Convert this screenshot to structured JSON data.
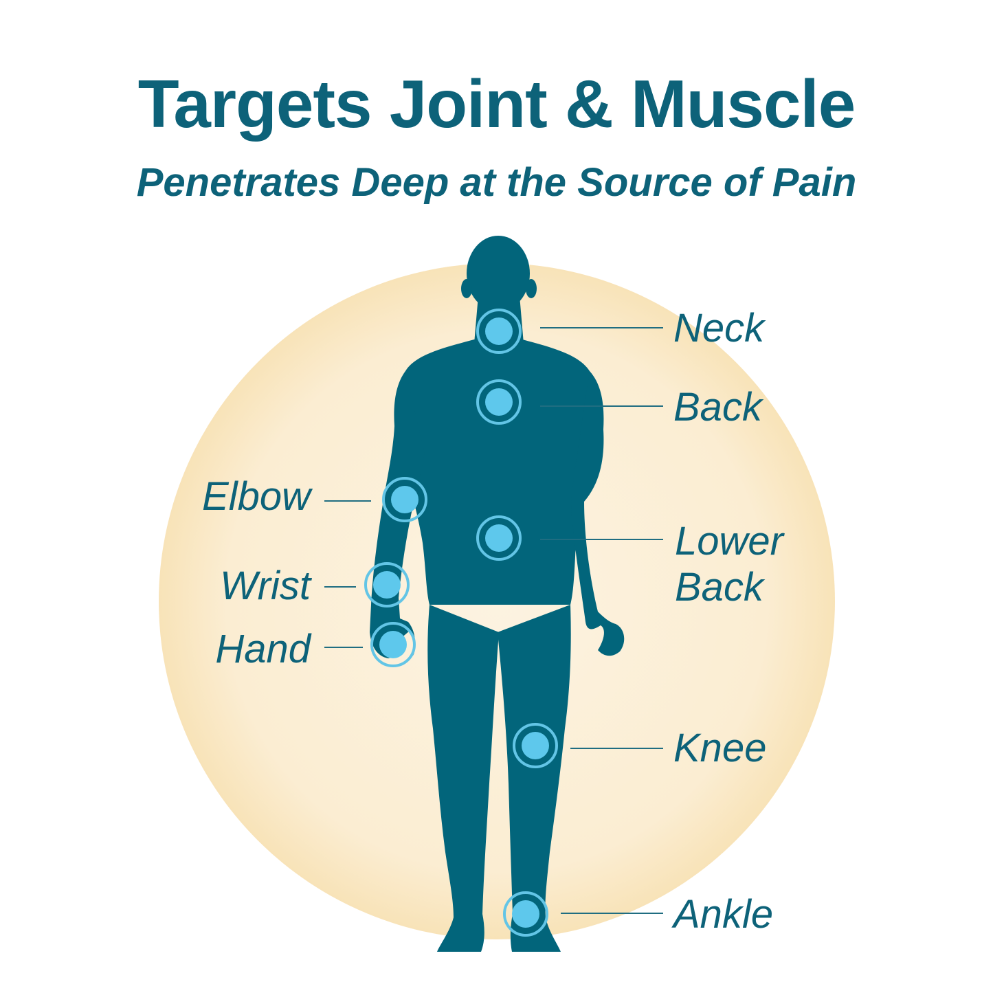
{
  "header": {
    "title": "Targets Joint & Muscle",
    "subtitle": "Penetrates Deep at the Source of Pain"
  },
  "colors": {
    "text": "#0d6279",
    "silhouette": "#02657b",
    "marker_fill": "#5ec8ec",
    "marker_ring": "#63c5e6",
    "background_circle": "#fcefd3",
    "leader_line": "#1f6d81"
  },
  "targets": [
    {
      "id": "neck",
      "label": "Neck"
    },
    {
      "id": "back",
      "label": "Back"
    },
    {
      "id": "elbow",
      "label": "Elbow"
    },
    {
      "id": "lower-back",
      "label": "Lower",
      "label2": "Back"
    },
    {
      "id": "wrist",
      "label": "Wrist"
    },
    {
      "id": "hand",
      "label": "Hand"
    },
    {
      "id": "knee",
      "label": "Knee"
    },
    {
      "id": "ankle",
      "label": "Ankle"
    }
  ]
}
